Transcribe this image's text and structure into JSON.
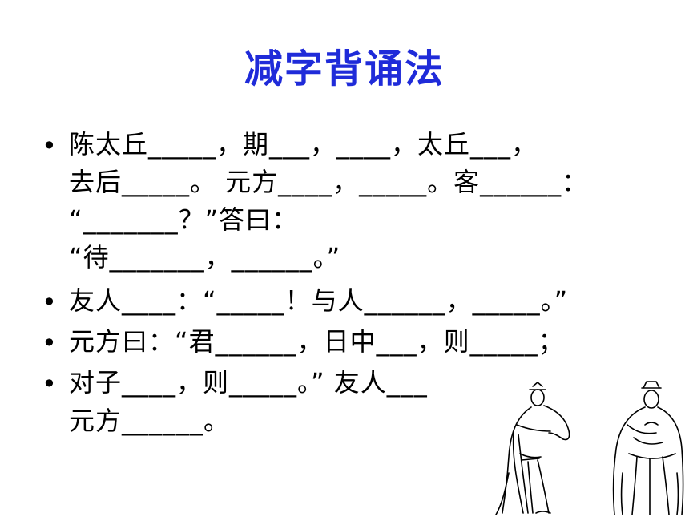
{
  "slide": {
    "title": "减字背诵法",
    "bullet_symbol": "•",
    "paragraphs": [
      {
        "lines": [
          "    陈太丘_____，期___，____，太丘___，",
          "去后_____。 元方____，_____。客______：",
          "“_______？”答曰：",
          " “待_______，______。”"
        ]
      },
      {
        "lines": [
          "友人____：“_____！与人______，_____。”"
        ]
      },
      {
        "lines": [
          "元方曰：“君______，日中___，则_____；"
        ]
      },
      {
        "lines": [
          "对子____，则_____。” 友人___",
          "元方______。"
        ]
      }
    ]
  }
}
